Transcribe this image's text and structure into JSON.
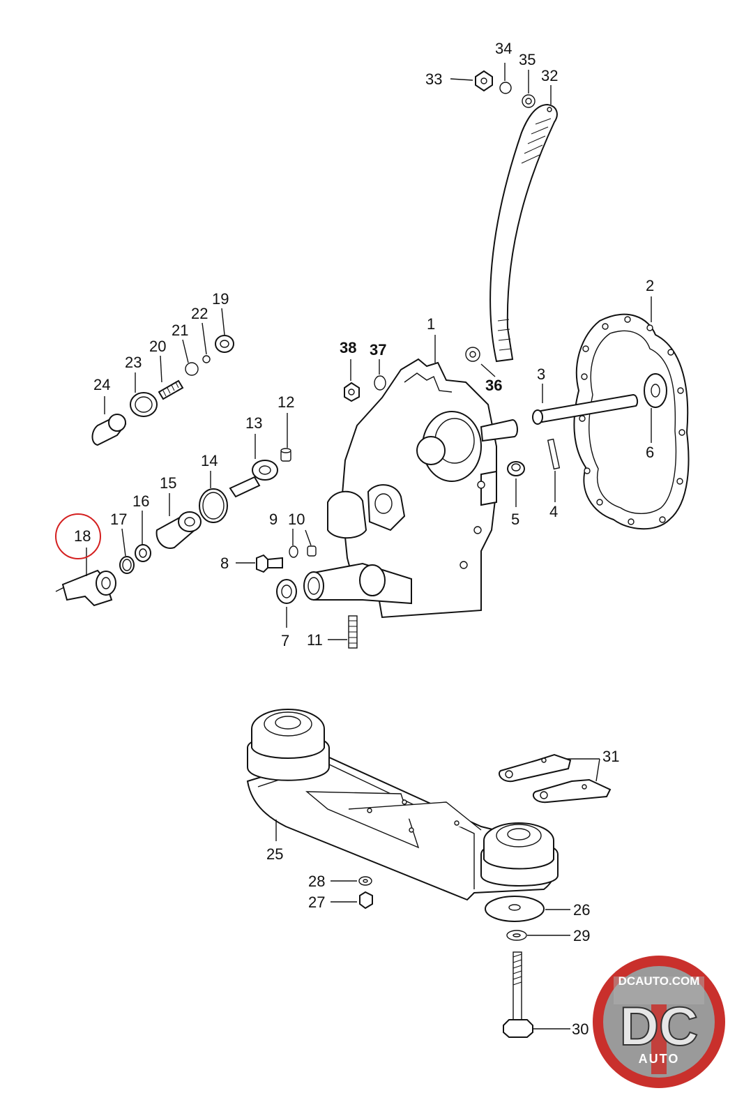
{
  "diagram": {
    "callouts": {
      "c1": "1",
      "c2": "2",
      "c3": "3",
      "c4": "4",
      "c5": "5",
      "c6": "6",
      "c7": "7",
      "c8": "8",
      "c9": "9",
      "c10": "10",
      "c11": "11",
      "c12": "12",
      "c13": "13",
      "c14": "14",
      "c15": "15",
      "c16": "16",
      "c17": "17",
      "c18": "18",
      "c19": "19",
      "c20": "20",
      "c21": "21",
      "c22": "22",
      "c23": "23",
      "c24": "24",
      "c25": "25",
      "c26": "26",
      "c27": "27",
      "c28": "28",
      "c29": "29",
      "c30": "30",
      "c31": "31",
      "c32": "32",
      "c33": "33",
      "c34": "34",
      "c35": "35",
      "c36": "36",
      "c37": "37",
      "c38": "38"
    },
    "highlighted_callout": "18",
    "highlight_color": "#d42020",
    "line_color": "#111111"
  },
  "logo": {
    "top_text": "DCAUTO.COM",
    "main_text": "DC",
    "sub_text": "AUTO",
    "ring_color": "#c9302c",
    "center_color": "#9a9a9a"
  }
}
